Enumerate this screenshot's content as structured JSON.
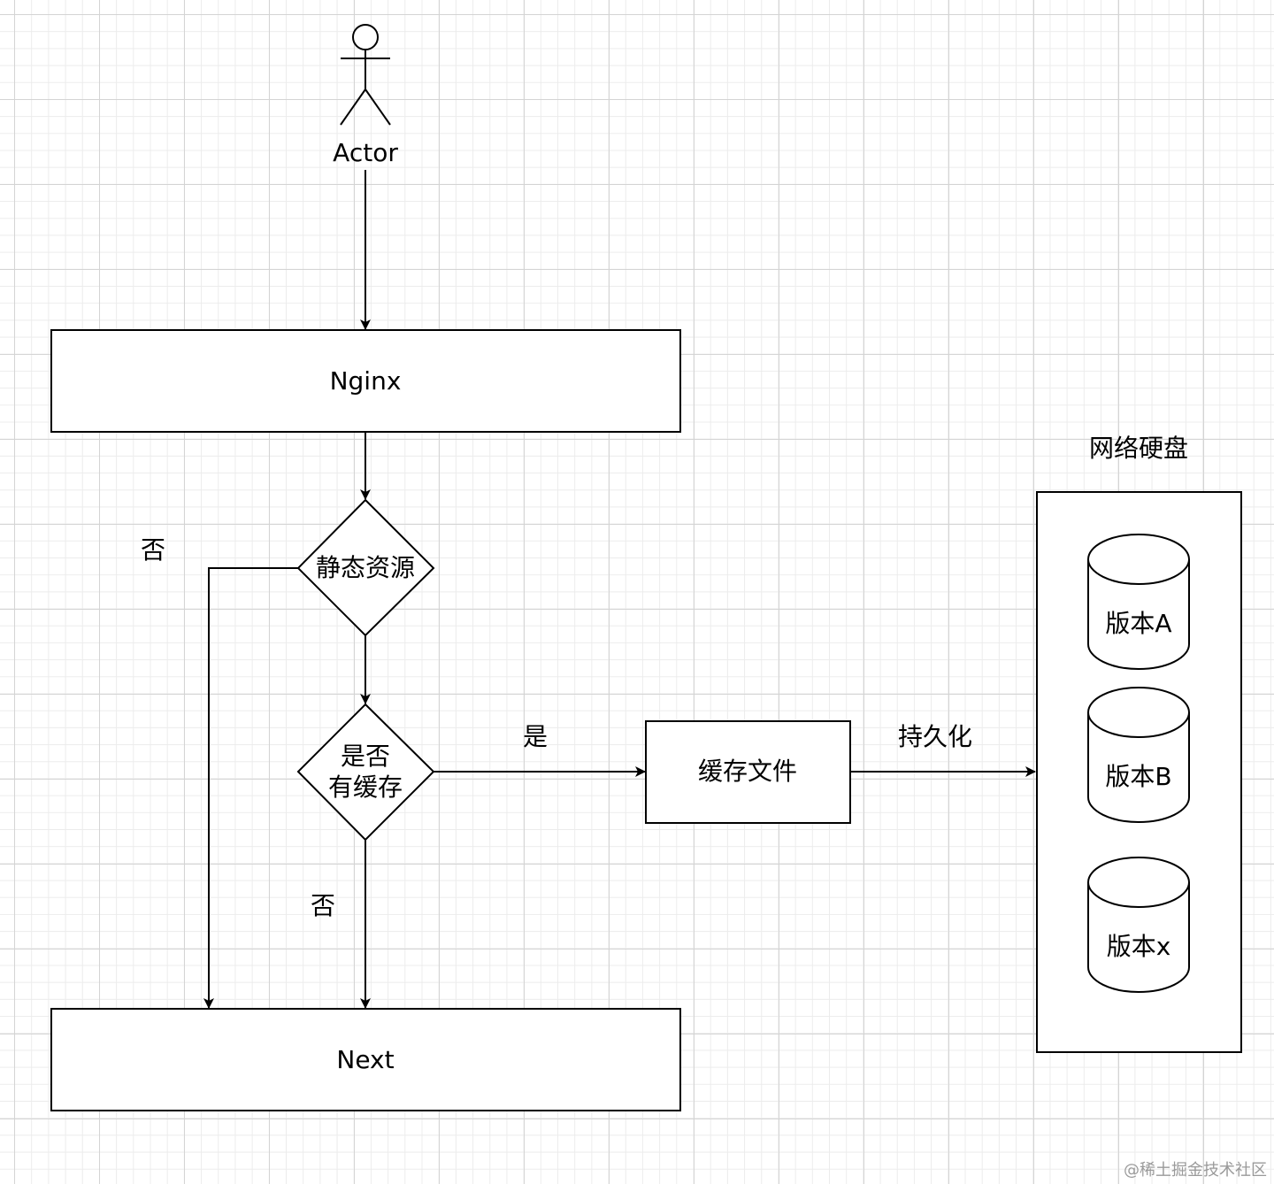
{
  "actor": {
    "label": "Actor"
  },
  "nodes": {
    "nginx": "Nginx",
    "static_check": "静态资源",
    "cache_check_line1": "是否",
    "cache_check_line2": "有缓存",
    "cache_file": "缓存文件",
    "next": "Next"
  },
  "edges": {
    "static_no": "否",
    "cache_yes": "是",
    "cache_no": "否",
    "persist": "持久化"
  },
  "network_disk": {
    "title": "网络硬盘",
    "versions": [
      "版本A",
      "版本B",
      "版本x"
    ]
  },
  "watermark": "@稀土掘金技术社区",
  "colors": {
    "stroke": "#000000",
    "fill": "#ffffff",
    "grid": "#d4d4d4",
    "watermark": "#9a9a9a"
  }
}
